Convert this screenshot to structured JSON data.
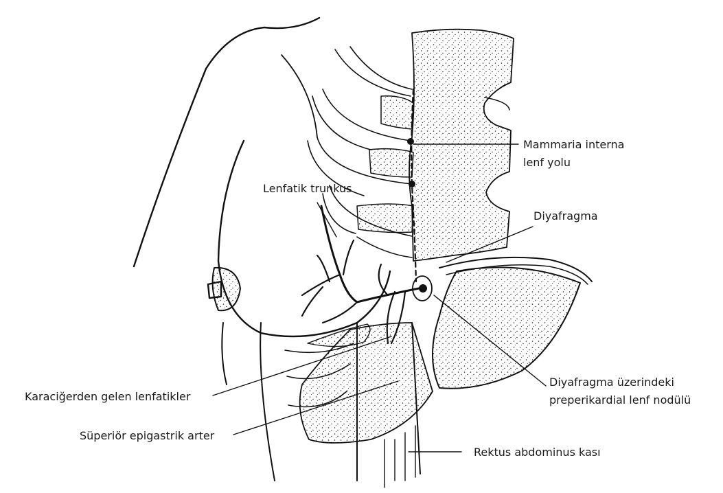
{
  "labels": {
    "mammaria_line1": "Mammaria interna",
    "mammaria_line2": "lenf yolu",
    "lenfatik_trunkus": "Lenfatik trunkus",
    "diyafragma": "Diyafragma",
    "node_line1": "Diyafragma üzerindeki",
    "node_line2": "preperikardial lenf nodülü",
    "karaciger": "Karaciğerden gelen lenfatikler",
    "epigastrik": "Süperiör epigastrik arter",
    "rektus": "Rektus abdominus kası"
  }
}
